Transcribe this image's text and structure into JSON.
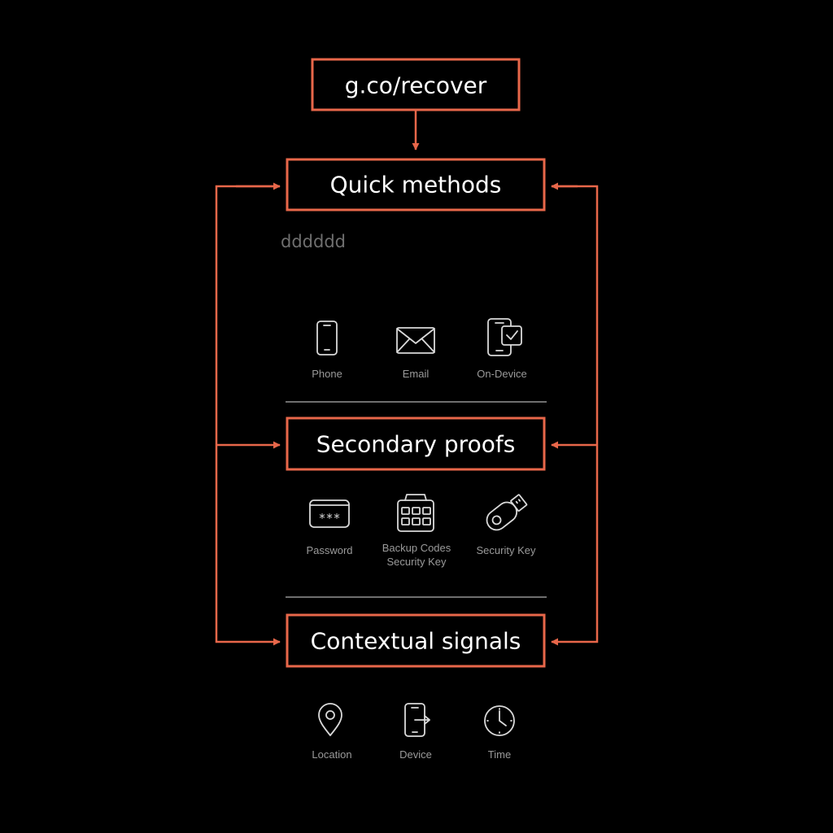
{
  "colors": {
    "accent": "#e8674a",
    "background": "#000000",
    "box_text": "#ffffff",
    "icon_stroke": "#d9d9d9",
    "icon_label": "#9a9a9a",
    "divider": "#6e6e6e",
    "stray_text": "#6f6f6f"
  },
  "nodes": {
    "entry": {
      "label": "g.co/recover"
    },
    "quick_methods": {
      "label": "Quick methods"
    },
    "secondary_proofs": {
      "label": "Secondary proofs"
    },
    "contextual_signals": {
      "label": "Contextual signals"
    }
  },
  "stray_text": "dddddd",
  "sections": {
    "quick_methods": {
      "items": [
        {
          "icon": "phone-icon",
          "label": "Phone"
        },
        {
          "icon": "email-icon",
          "label": "Email"
        },
        {
          "icon": "on-device-icon",
          "label": "On-Device"
        }
      ]
    },
    "secondary_proofs": {
      "items": [
        {
          "icon": "password-icon",
          "label": "Password"
        },
        {
          "icon": "backup-codes-icon",
          "label_line1": "Backup Codes",
          "label_line2": "Security Key"
        },
        {
          "icon": "security-key-icon",
          "label": "Security Key"
        }
      ]
    },
    "contextual_signals": {
      "items": [
        {
          "icon": "location-pin-icon",
          "label": "Location"
        },
        {
          "icon": "device-icon",
          "label": "Device"
        },
        {
          "icon": "clock-icon",
          "label": "Time"
        }
      ]
    }
  }
}
